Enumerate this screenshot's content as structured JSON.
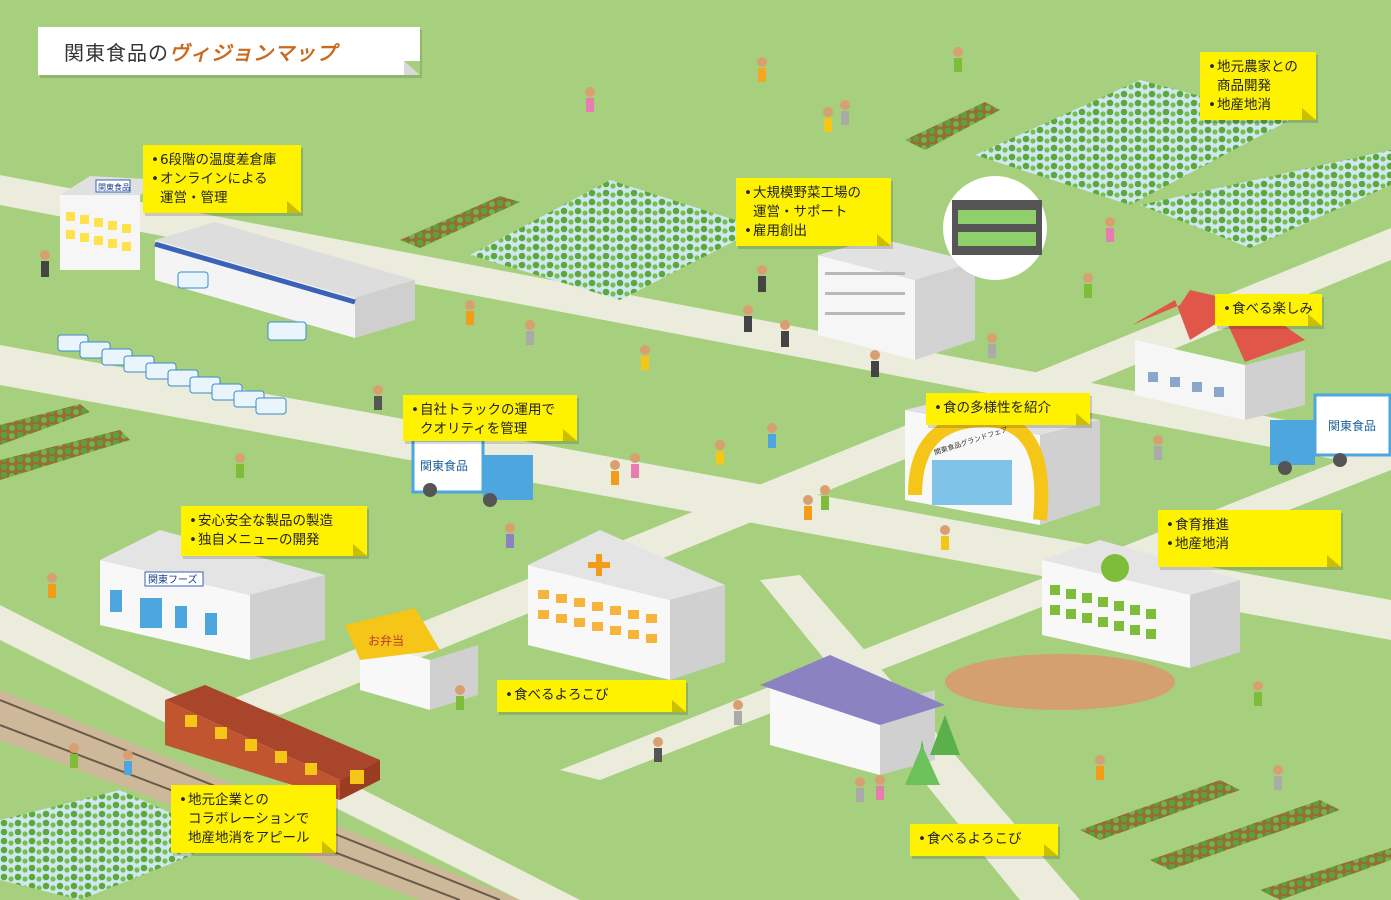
{
  "title": {
    "prefix": "関東食品の",
    "accent": "ヴィジョンマップ"
  },
  "notes": [
    {
      "id": "warehouse",
      "lines": [
        "6段階の温度差倉庫",
        "オンラインによる",
        "運営・管理"
      ],
      "bullets": [
        true,
        true,
        false
      ]
    },
    {
      "id": "vegetable-factory",
      "lines": [
        "大規模野菜工場の",
        "運営・サポート",
        "雇用創出"
      ],
      "bullets": [
        true,
        false,
        true
      ]
    },
    {
      "id": "farmers",
      "lines": [
        "地元農家との",
        "商品開発",
        "地産地消"
      ],
      "bullets": [
        true,
        false,
        true
      ]
    },
    {
      "id": "restaurant",
      "lines": [
        "食べる楽しみ"
      ],
      "bullets": [
        true
      ]
    },
    {
      "id": "trucks",
      "lines": [
        "自社トラックの運用で",
        "クオリティを管理"
      ],
      "bullets": [
        true,
        false
      ]
    },
    {
      "id": "grand-fair",
      "lines": [
        "食の多様性を紹介"
      ],
      "bullets": [
        true
      ]
    },
    {
      "id": "foods-factory",
      "lines": [
        "安心安全な製品の製造",
        "独自メニューの開発"
      ],
      "bullets": [
        true,
        true
      ]
    },
    {
      "id": "school",
      "lines": [
        "食育推進",
        "地産地消"
      ],
      "bullets": [
        true,
        true
      ]
    },
    {
      "id": "hospital",
      "lines": [
        "食べるよろこび"
      ],
      "bullets": [
        true
      ]
    },
    {
      "id": "railway",
      "lines": [
        "地元企業との",
        "コラボレーションで",
        "地産地消をアピール"
      ],
      "bullets": [
        true,
        false,
        false
      ]
    },
    {
      "id": "care-home",
      "lines": [
        "食べるよろこび"
      ],
      "bullets": [
        true
      ]
    }
  ],
  "signs": {
    "hq": "関東食品",
    "foods": "関東フーズ",
    "bento": "お弁当",
    "truck": "関東食品",
    "truck2": "関東食品",
    "fair": "関東食品グランドフェア"
  },
  "colors": {
    "grass": "#a6cf7e",
    "road": "#ececdc",
    "note": "#fff200",
    "accent": "#c96a1e",
    "roof_red": "#e0574a",
    "roof_purple": "#8b82c2",
    "train": "#c0552f",
    "truck_blue": "#4da6dd"
  }
}
